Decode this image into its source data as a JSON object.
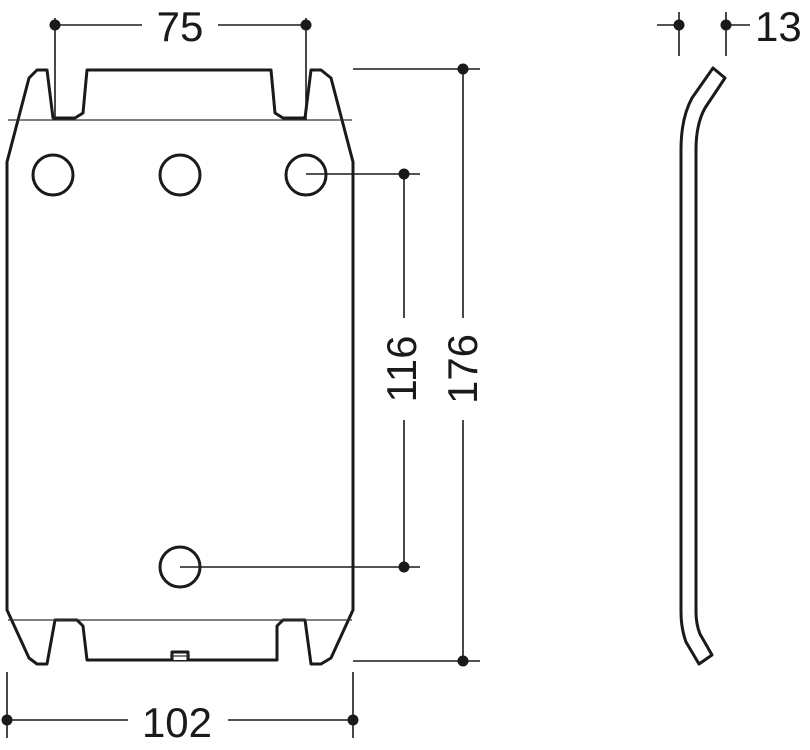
{
  "dimensions": {
    "top_width": "75",
    "thickness": "13",
    "hole_spacing": "116",
    "total_height": "176",
    "total_width": "102"
  }
}
